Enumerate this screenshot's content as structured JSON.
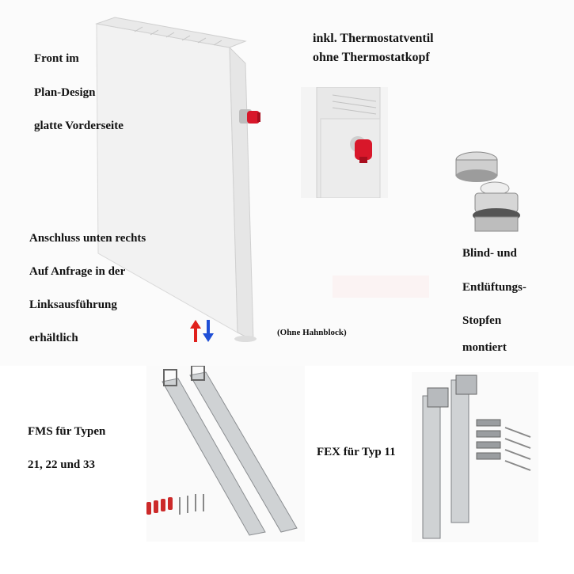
{
  "labels": {
    "front1": "Front im",
    "front2": "Plan-Design",
    "front3": "glatte Vorderseite",
    "thermo1": "inkl. Thermostatventil",
    "thermo2": "ohne Thermostatkopf",
    "anschluss1": "Anschluss unten rechts",
    "anschluss2": "Auf Anfrage in der",
    "anschluss3": "Linksausführung",
    "anschluss4": "erhältlich",
    "ohne_hahnblock": "(Ohne Hahnblock)",
    "blind1": "Blind- und",
    "blind2": "Entlüftungs-",
    "blind3": "Stopfen",
    "blind4": "montiert",
    "fms1": "FMS für Typen",
    "fms2": "21, 22 und 33",
    "fex": "FEX für Typ 11"
  },
  "icons": {
    "flow": "up-down-arrows-icon"
  },
  "colors": {
    "arrow_up": "#e0201c",
    "arrow_down": "#1f4fd6",
    "valve_red": "#d8172a"
  }
}
